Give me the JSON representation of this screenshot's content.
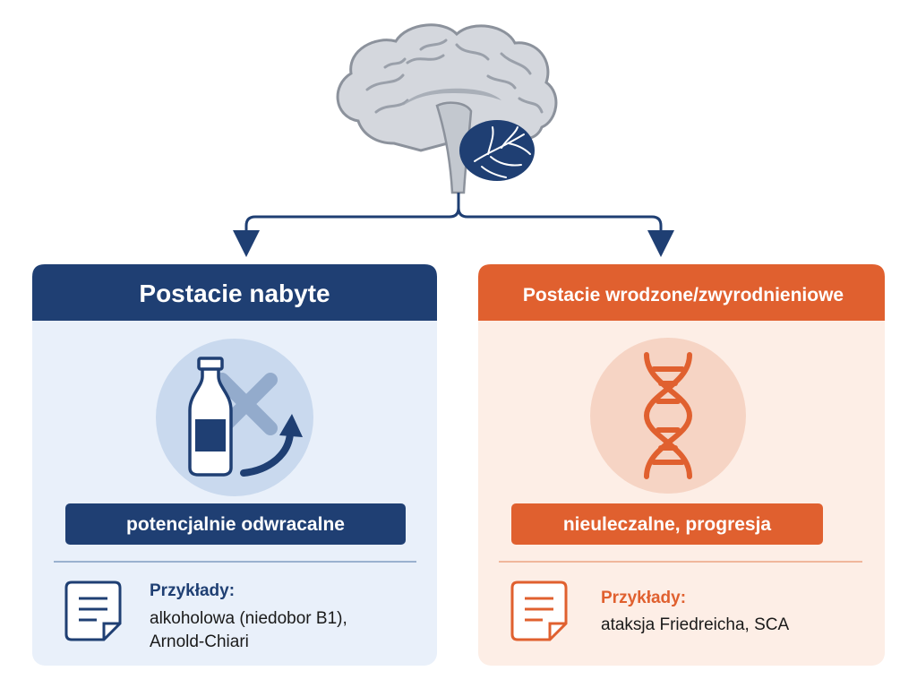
{
  "left": {
    "header": "Postacie nabyte",
    "status": "potencjalnie odwracalne",
    "examples_heading": "Przykłady:",
    "examples_line1": "alkoholowa (niedobor B1),",
    "examples_line2": "Arnold-Chiari",
    "accent": "#1f3f73",
    "panel_bg": "#e9f0fa",
    "circle_bg": "#c9d9ee"
  },
  "right": {
    "header": "Postacie wrodzone/zwyrodnieniowe",
    "status": "nieuleczalne, progresja",
    "examples_heading": "Przykłady:",
    "examples_line1": "ataksja Friedreicha, SCA",
    "accent": "#e0602f",
    "panel_bg": "#fdeee6",
    "circle_bg": "#f6d4c4"
  },
  "icons": {
    "top": "brain-cerebellum-icon",
    "left": "bottle-reversible-icon",
    "right": "dna-icon",
    "document": "document-icon"
  }
}
